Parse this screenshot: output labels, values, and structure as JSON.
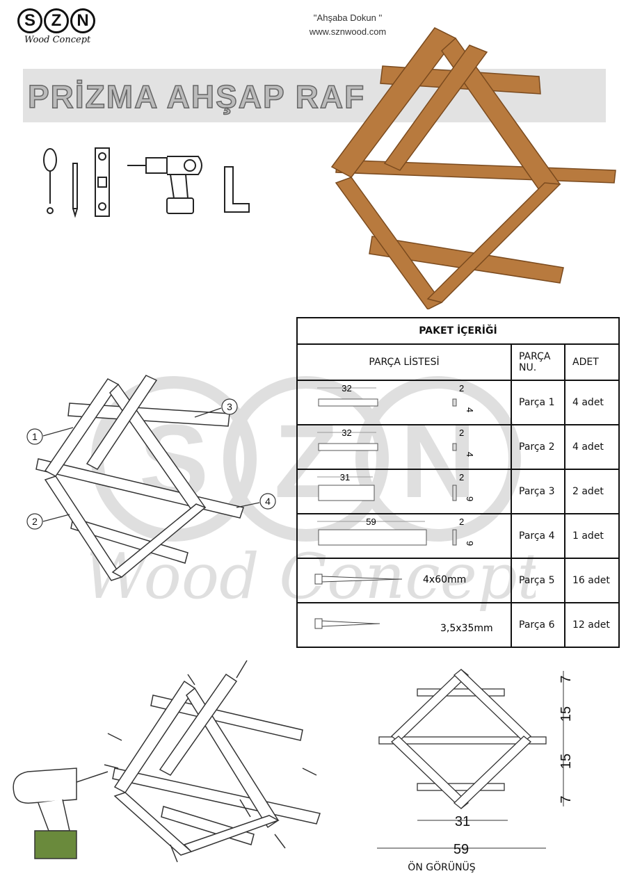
{
  "brand": {
    "logo_letters": [
      "S",
      "Z",
      "N"
    ],
    "logo_script": "Wood Concept"
  },
  "tagline": {
    "slogan": "''Ahşaba Dokun ''",
    "website": "www.sznwood.com"
  },
  "title": "PRİZMA AHŞAP RAF",
  "tools": [
    "screwdriver-icon",
    "pencil-icon",
    "spirit-level-icon",
    "drill-icon",
    "square-ruler-icon"
  ],
  "table": {
    "title": "PAKET İÇERİĞİ",
    "headers": {
      "parts_list": "PARÇA LİSTESİ",
      "part_no": "PARÇA NU.",
      "qty": "ADET"
    },
    "rows": [
      {
        "length": "32",
        "thickness": "2",
        "width": "4",
        "part": "Parça 1",
        "qty": "4 adet"
      },
      {
        "length": "32",
        "thickness": "2",
        "width": "4",
        "part": "Parça 2",
        "qty": "4 adet"
      },
      {
        "length": "31",
        "thickness": "2",
        "width": "9",
        "part": "Parça 3",
        "qty": "2 adet"
      },
      {
        "length": "59",
        "thickness": "2",
        "width": "9",
        "part": "Parça 4",
        "qty": "1 adet"
      },
      {
        "screw": "4x60mm",
        "part": "Parça 5",
        "qty": "16 adet"
      },
      {
        "screw": "3,5x35mm",
        "part": "Parça 6",
        "qty": "12 adet"
      }
    ]
  },
  "callouts": [
    "1",
    "2",
    "3",
    "4"
  ],
  "watermark": {
    "letters": [
      "S",
      "Z",
      "N"
    ],
    "script": "Wood Concept"
  },
  "front_view": {
    "dims": {
      "top": "7",
      "upper": "15",
      "lower": "15",
      "bottom": "7",
      "inner_width": "31",
      "outer_width": "59"
    },
    "label": "ÖN GÖRÜNÜŞ"
  }
}
